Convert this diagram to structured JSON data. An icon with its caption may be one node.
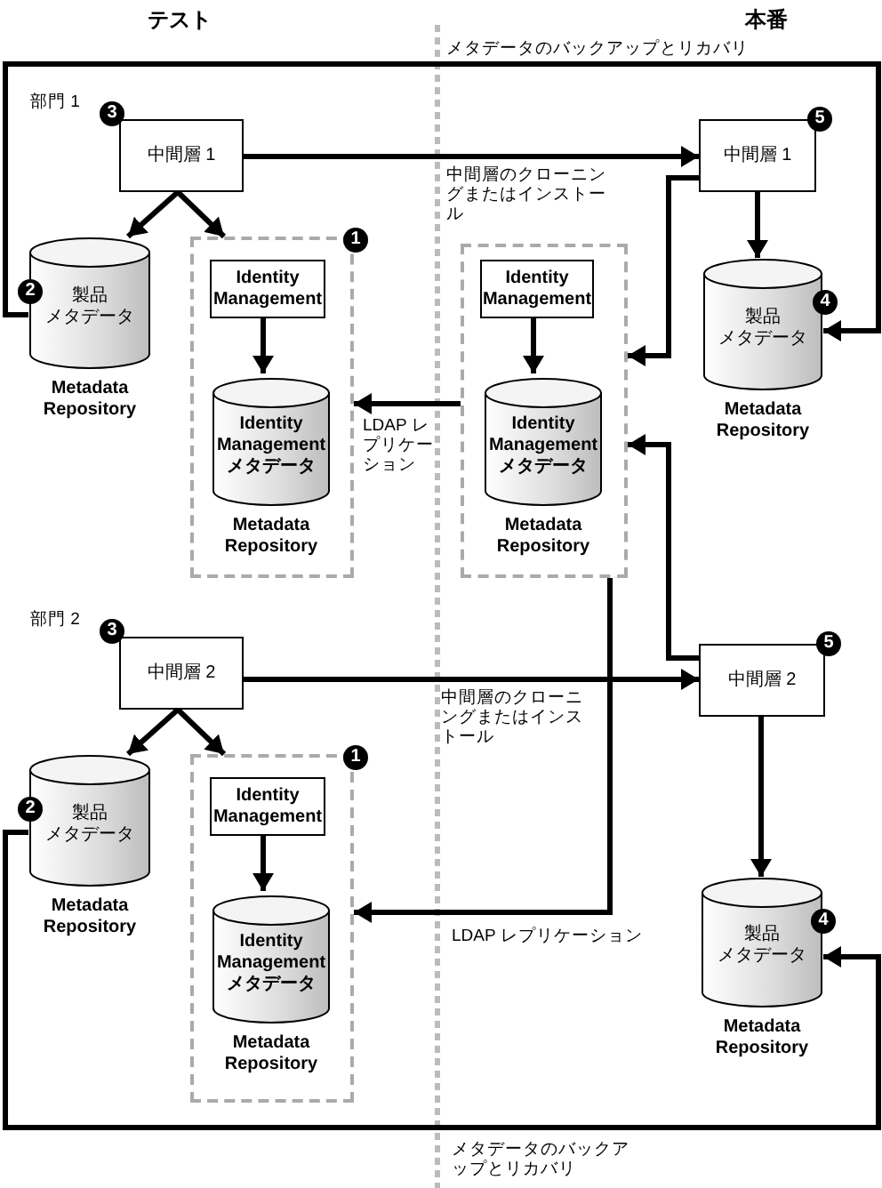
{
  "diagram": {
    "nodes": [
      {
        "text": [
          "中間層 1"
        ],
        "beside": [
          "3"
        ]
      },
      {
        "text": [
          "製品",
          "メタデータ",
          "Metadata Repository"
        ],
        "beside": [
          "2"
        ]
      },
      {
        "text": [],
        "shape": "box",
        "beside": [
          "1"
        ]
      },
      {
        "text": [
          "Identity Management"
        ],
        "in": 2
      },
      {
        "text": [
          "Identity Management",
          "メタデータ",
          "Metadata Repository"
        ],
        "in": 2
      },
      {
        "text": [
          "中間層 1"
        ],
        "beside": [
          "5"
        ]
      },
      {
        "text": [
          "製品",
          "メタデータ",
          "Metadata Repository"
        ],
        "beside": [
          "4"
        ]
      },
      {
        "text": [],
        "shape": "box"
      },
      {
        "text": [
          "Identity Management"
        ],
        "in": 7
      },
      {
        "text": [
          "Identity Management",
          "メタデータ",
          "Metadata Repository"
        ],
        "in": 7
      },
      {
        "text": [
          "中間層 2"
        ],
        "beside": [
          "3"
        ]
      },
      {
        "text": [
          "製品",
          "メタデータ",
          "Metadata Repository"
        ],
        "beside": [
          "2"
        ]
      },
      {
        "text": [],
        "shape": "box",
        "beside": [
          "1"
        ]
      },
      {
        "text": [
          "Identity Management"
        ],
        "in": 12
      },
      {
        "text": [
          "Identity Management",
          "メタデータ",
          "Metadata Repository"
        ],
        "in": 12
      },
      {
        "text": [
          "中間層 2"
        ],
        "beside": [
          "5"
        ]
      },
      {
        "text": [
          "製品",
          "メタデータ",
          "Metadata Repository"
        ],
        "beside": [
          "4"
        ]
      }
    ],
    "edges": [
      {
        "from": 0,
        "to": 1,
        "arrow": "to"
      },
      {
        "from": 0,
        "to": 2,
        "arrow": "to"
      },
      {
        "from": 3,
        "to": 4,
        "arrow": "to"
      },
      {
        "from": 0,
        "to": 5,
        "arrow": "to",
        "label": "中間層のクローニングまたはインストール"
      },
      {
        "from": 1,
        "to": 6,
        "arrow": "to",
        "label": "メタデータのバックアップとリカバリ"
      },
      {
        "from": 5,
        "to": 6,
        "arrow": "to"
      },
      {
        "from": 5,
        "to": 7,
        "arrow": "to"
      },
      {
        "from": 8,
        "to": 9,
        "arrow": "to"
      },
      {
        "from": 7,
        "to": 2,
        "arrow": "to",
        "label": "LDAP レプリケーション"
      },
      {
        "from": 15,
        "to": 7,
        "arrow": "to"
      },
      {
        "from": 10,
        "to": 11,
        "arrow": "to"
      },
      {
        "from": 10,
        "to": 12,
        "arrow": "to"
      },
      {
        "from": 13,
        "to": 14,
        "arrow": "to"
      },
      {
        "from": 10,
        "to": 15,
        "arrow": "to",
        "label": "中間層のクローニングまたはインストール"
      },
      {
        "from": 7,
        "to": 12,
        "arrow": "to",
        "label": "LDAP レプリケーション"
      },
      {
        "from": 11,
        "to": 16,
        "arrow": "to",
        "label": "メタデータのバックアップとリカバリ"
      },
      {
        "from": 15,
        "to": 16,
        "arrow": "to"
      }
    ],
    "labels": [
      "テスト",
      "本番",
      "部門 1",
      "部門 2"
    ]
  }
}
